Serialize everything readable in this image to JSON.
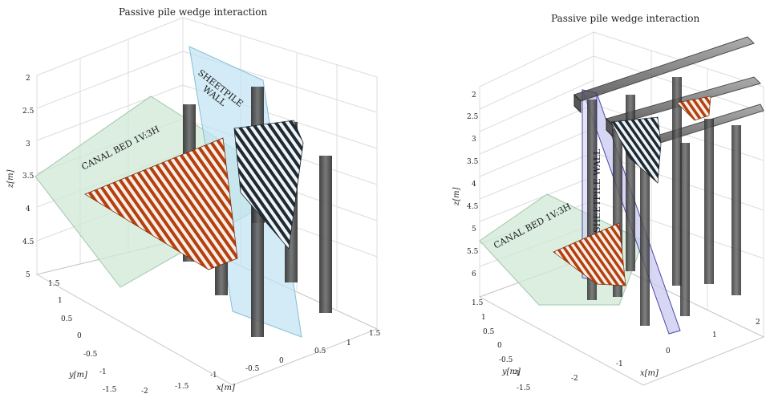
{
  "left_panel": {
    "title": "Passive pile wedge interaction",
    "z_ticks": [
      "2",
      "2.5",
      "3",
      "3.5",
      "4",
      "4.5",
      "5"
    ],
    "y_ticks": [
      "1.5",
      "1",
      "0.5",
      "0",
      "-0.5",
      "-1",
      "-1.5"
    ],
    "x_ticks": [
      "-2",
      "-1.5",
      "-1",
      "-0.5",
      "0",
      "0.5",
      "1",
      "1.5"
    ],
    "z_label": "z[m]",
    "y_label": "y[m]",
    "x_label": "x[m]",
    "canal_label": "CANAL BED 1V:3H",
    "sheetpile_label_line1": "SHEETPILE",
    "sheetpile_label_line2": "WALL"
  },
  "right_panel": {
    "title": "Passive pile wedge interaction",
    "z_ticks": [
      "2",
      "2.5",
      "3",
      "3.5",
      "4",
      "4.5",
      "5",
      "5.5",
      "6"
    ],
    "y_ticks": [
      "1.5",
      "1",
      "0.5",
      "0",
      "-0.5",
      "-1",
      "-1.5"
    ],
    "x_ticks": [
      "-2",
      "-1",
      "0",
      "1",
      "2"
    ],
    "z_label": "z[m]",
    "y_label": "y[m]",
    "x_label": "x[m]",
    "canal_label": "CANAL BED 1V:3H",
    "sheetpile_label": "SHEETPILE WALL"
  },
  "colors": {
    "canal_fill": "#cfe8d6",
    "sheetpile_left": "#bfe2f2",
    "sheetpile_right": "#c9c8ef",
    "wedge_stripe": "#b5400e",
    "wedge_stripe_dark": "#1f2a33",
    "pile": "#3c3c3c",
    "grid": "#d9d9d9"
  }
}
